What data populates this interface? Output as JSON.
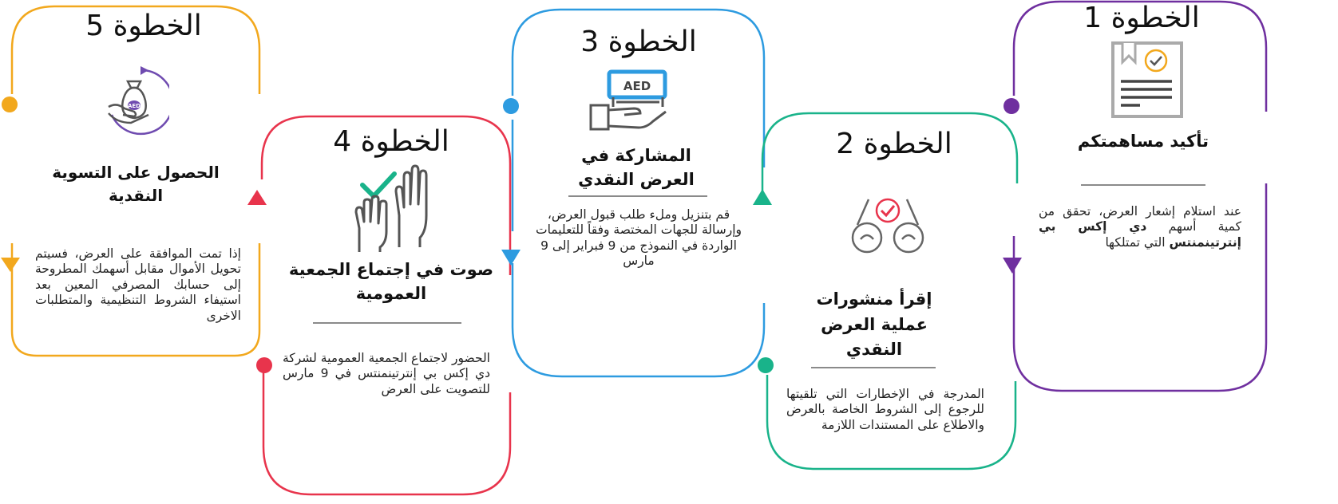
{
  "steps": [
    {
      "title": "الخطوة 1",
      "heading": "تأكيد مساهمتكم",
      "body_pre": "عند استلام إشعار العرض، تحقق من كمية أسهم ",
      "body_bold": "دي إكس بي إنترتينمنتس",
      "body_post": " التي تمتلكها",
      "color": "#6f2f9f",
      "icon": "certificate-icon"
    },
    {
      "title": "الخطوة 2",
      "heading": "إقرأ منشورات عملية العرض النقدي",
      "body": "المدرجة في الإخطارات التي تلقيتها للرجوع إلى الشروط الخاصة بالعرض والاطلاع على المستندات اللازمة",
      "color": "#19b38a",
      "icon": "binoculars-icon"
    },
    {
      "title": "الخطوة 3",
      "heading": "المشاركة في العرض النقدي",
      "body": "قم بتنزيل وملء طلب قبول العرض، وإرسالة للجهات المختصة وفقاً للتعليمات الواردة في النموذج من 9 فبراير إلى 9 مارس",
      "color": "#2d9be0",
      "icon": "aed-payment-icon",
      "icon_label": "AED"
    },
    {
      "title": "الخطوة 4",
      "heading": "صوت في إجتماع الجمعية العمومية",
      "body": "الحضور لاجتماع الجمعية العمومية لشركة دي إكس بي إنترتينمنتس في 9 مارس للتصويت على العرض",
      "color": "#e8344c",
      "icon": "voting-hands-icon"
    },
    {
      "title": "الخطوة 5",
      "heading": "الحصول على التسوية النقدية",
      "body": "إذا تمت الموافقة على العرض، فسيتم تحويل الأموال مقابل أسهمك المطروحة إلى حسابك المصرفي المعين بعد استيفاء الشروط التنظيمية والمتطلبات الاخرى",
      "color": "#f2a81d",
      "icon": "money-bag-icon",
      "icon_label": "AED"
    }
  ]
}
